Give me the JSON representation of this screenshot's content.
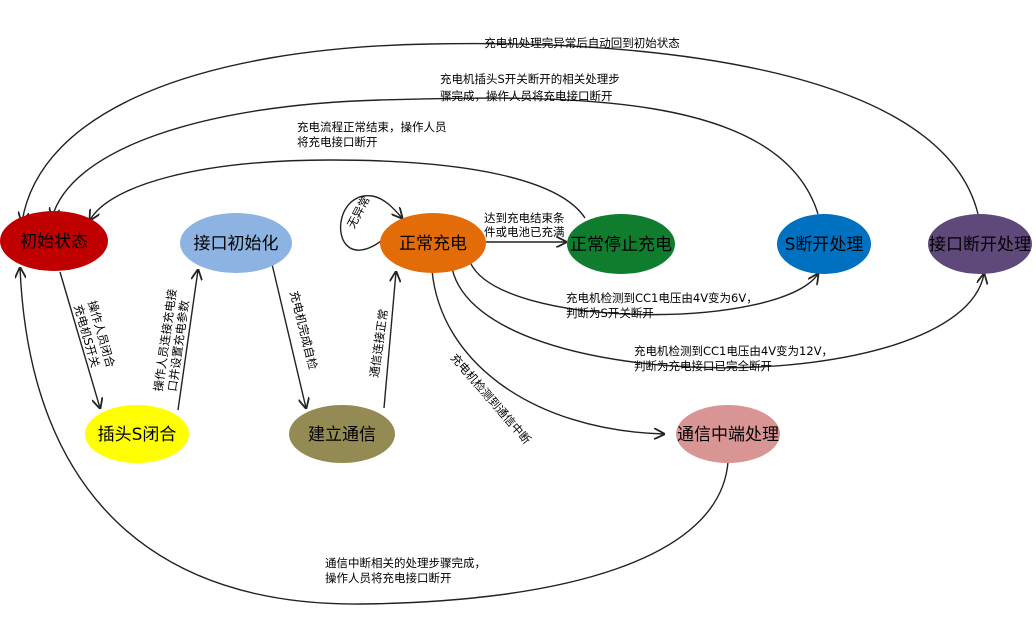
{
  "nodes": {
    "initial": {
      "label": "初始状态",
      "color": "#c00000"
    },
    "plug_closed": {
      "label": "插头S闭合",
      "color": "#ffff00"
    },
    "iface_init": {
      "label": "接口初始化",
      "color": "#8db3e2"
    },
    "comm_setup": {
      "label": "建立通信",
      "color": "#948a54"
    },
    "charging": {
      "label": "正常充电",
      "color": "#e36c09"
    },
    "normal_stop": {
      "label": "正常停止充电",
      "color": "#0f7c2e"
    },
    "s_open": {
      "label": "S断开处理",
      "color": "#0070c0"
    },
    "iface_off": {
      "label": "接口断开处理",
      "color": "#5f497a"
    },
    "comm_break": {
      "label": "通信中端处理",
      "color": "#d99594"
    }
  },
  "edges": {
    "top_loop": {
      "text": "充电机处理完异常后自动回到初始状态"
    },
    "s_open_back": {
      "line1": "充电机插头S开关断开的相关处理步",
      "line2": "骤完成，操作人员将充电接口断开"
    },
    "stop_back": {
      "line1": "充电流程正常结束，操作人员",
      "line2": "将充电接口断开"
    },
    "self_loop": {
      "text": "无异常"
    },
    "to_stop": {
      "line1": "达到充电结束条",
      "line2": "件或电池已充满"
    },
    "op_close": {
      "line1": "操作人员闭合",
      "line2": "充电机S开关"
    },
    "op_connect": {
      "line1": "操作人员连接充电接",
      "line2": "口并设置充电参数"
    },
    "self_check": {
      "text": "充电机完成自检"
    },
    "comm_ok": {
      "text": "通信连接正常"
    },
    "detect_6v": {
      "line1": "充电机检测到CC1电压由4V变为6V，",
      "line2": "判断为S开关断开"
    },
    "detect_12v": {
      "line1": "充电机检测到CC1电压由4V变为12V，",
      "line2": "判断为充电接口已完全断开"
    },
    "detect_comm": {
      "text": "充电机检测到通信中断"
    },
    "comm_back": {
      "line1": "通信中断相关的处理步骤完成，",
      "line2": "操作人员将充电接口断开"
    }
  }
}
